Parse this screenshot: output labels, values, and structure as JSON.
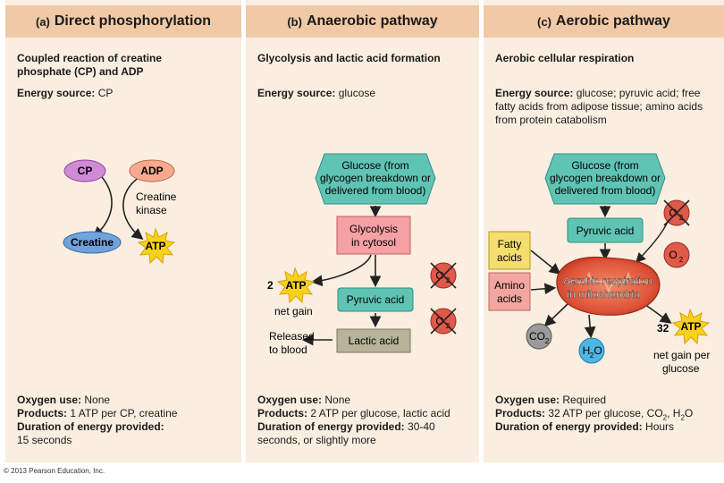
{
  "panels": {
    "a": {
      "letter": "(a)",
      "title": "Direct phosphorylation",
      "subtitle": "Coupled reaction of creatine phosphate (CP) and ADP",
      "energy_label": "Energy source:",
      "energy_value": "CP",
      "diagram": {
        "cp": "CP",
        "adp": "ADP",
        "enzyme_line1": "Creatine",
        "enzyme_line2": "kinase",
        "creatine": "Creatine",
        "atp": "ATP"
      },
      "oxygen_label": "Oxygen use:",
      "oxygen_value": "None",
      "products_label": "Products:",
      "products_value": "1 ATP per CP, creatine",
      "duration_label": "Duration of energy provided:",
      "duration_value": "15 seconds"
    },
    "b": {
      "letter": "(b)",
      "title": "Anaerobic pathway",
      "subtitle": "Glycolysis and lactic acid formation",
      "energy_label": "Energy source:",
      "energy_value": "glucose",
      "diagram": {
        "glucose_line1": "Glucose (from",
        "glucose_line2": "glycogen breakdown or",
        "glucose_line3": "delivered from blood)",
        "glycolysis_line1": "Glycolysis",
        "glycolysis_line2": "in cytosol",
        "atp_count": "2",
        "atp": "ATP",
        "net_gain": "net gain",
        "pyruvic": "Pyruvic acid",
        "released_line1": "Released",
        "released_line2": "to blood",
        "lactic": "Lactic acid",
        "o2_symbol": "O",
        "o2_sub": "2"
      },
      "oxygen_label": "Oxygen use:",
      "oxygen_value": "None",
      "products_label": "Products:",
      "products_value": "2 ATP per glucose, lactic acid",
      "duration_label": "Duration of energy provided:",
      "duration_value": "30-40 seconds, or slightly more"
    },
    "c": {
      "letter": "(c)",
      "title": "Aerobic pathway",
      "subtitle": "Aerobic cellular respiration",
      "energy_label": "Energy source:",
      "energy_value": "glucose; pyruvic acid; free fatty acids from adipose tissue; amino acids from protein catabolism",
      "diagram": {
        "glucose_line1": "Glucose (from",
        "glucose_line2": "glycogen breakdown or",
        "glucose_line3": "delivered from blood)",
        "pyruvic": "Pyruvic acid",
        "fatty_line1": "Fatty",
        "fatty_line2": "acids",
        "amino_line1": "Amino",
        "amino_line2": "acids",
        "resp_line1": "Aerobic respiration",
        "resp_line2": "in mitochondria",
        "co2_symbol": "CO",
        "co2_sub": "2",
        "h2o_h": "H",
        "h2o_sub": "2",
        "h2o_o": "O",
        "o2_symbol": "O",
        "o2_sub": "2",
        "atp_count": "32",
        "atp": "ATP",
        "net_gain_line1": "net gain per",
        "net_gain_line2": "glucose"
      },
      "oxygen_label": "Oxygen use:",
      "oxygen_value": "Required",
      "products_label": "Products:",
      "products_value": "32 ATP per glucose, CO",
      "products_sub1": "2",
      "products_mid": ", H",
      "products_sub2": "2",
      "products_end": "O",
      "duration_label": "Duration of energy provided:",
      "duration_value": "Hours"
    }
  },
  "footer": "© 2013 Pearson Education, Inc.",
  "colors": {
    "panel_bg": "#faeee0",
    "header_bg": "#f0c9a6",
    "glucose_teal": "#5fc4b4",
    "glycolysis_pink": "#f4a0a4",
    "lactic_khaki": "#b7b39a",
    "atp_yellow": "#f7d21c",
    "cp_purple": "#cf8ad8",
    "adp_salmon": "#f7a98e",
    "creatine_blue": "#6fa3dc",
    "o2_red": "#e05a4a",
    "fatty_yellow": "#f5de6e",
    "amino_pink": "#f3a6a0",
    "co2_gray": "#9a9a9a",
    "h2o_blue": "#4fb6e3"
  }
}
